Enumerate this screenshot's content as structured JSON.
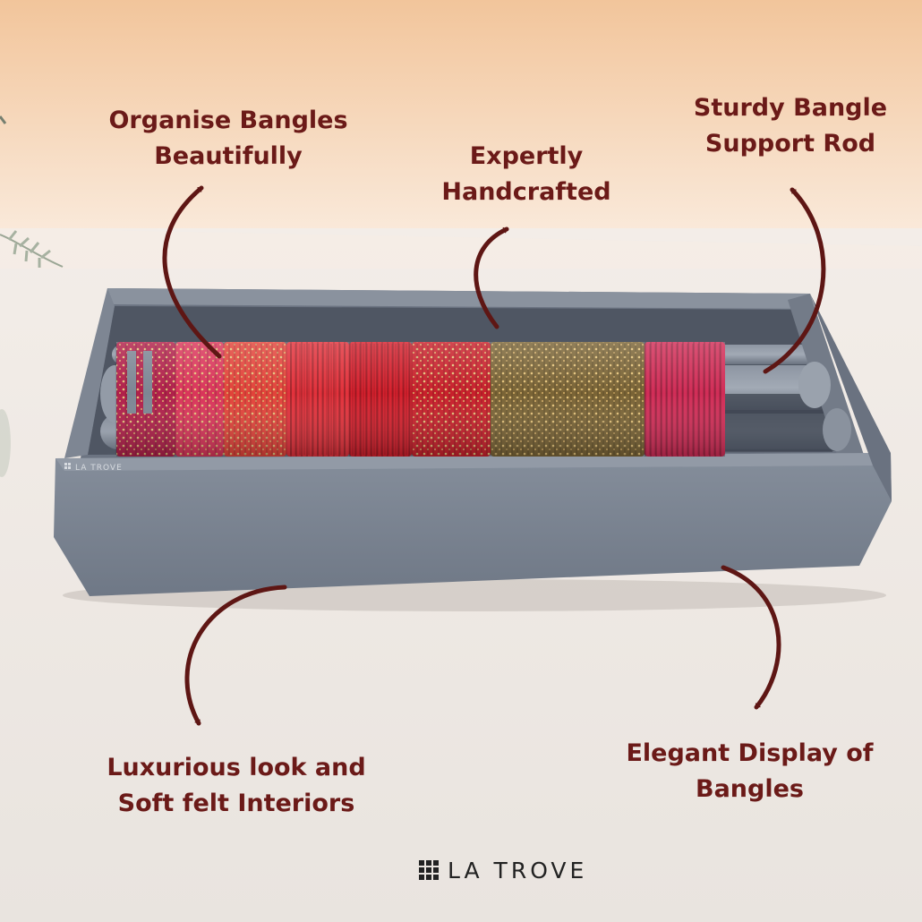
{
  "features": {
    "organise": [
      "Organise Bangles",
      "Beautifully"
    ],
    "handcrafted": [
      "Expertly",
      "Handcrafted"
    ],
    "rod": [
      "Sturdy Bangle",
      "Support Rod"
    ],
    "luxurious": [
      "Luxurious look and",
      "Soft felt Interiors"
    ],
    "elegant": [
      "Elegant Display of",
      "Bangles"
    ]
  },
  "box_stamp": "LA TROVE",
  "brand": {
    "name": "LA TROVE",
    "icon": "grid-logo-icon"
  },
  "colors": {
    "text": "#6b1a18",
    "arrow": "#5e1614",
    "box_felt": "#7d8694",
    "wall_top": "#f1caa2",
    "floor": "#efe9e4"
  }
}
